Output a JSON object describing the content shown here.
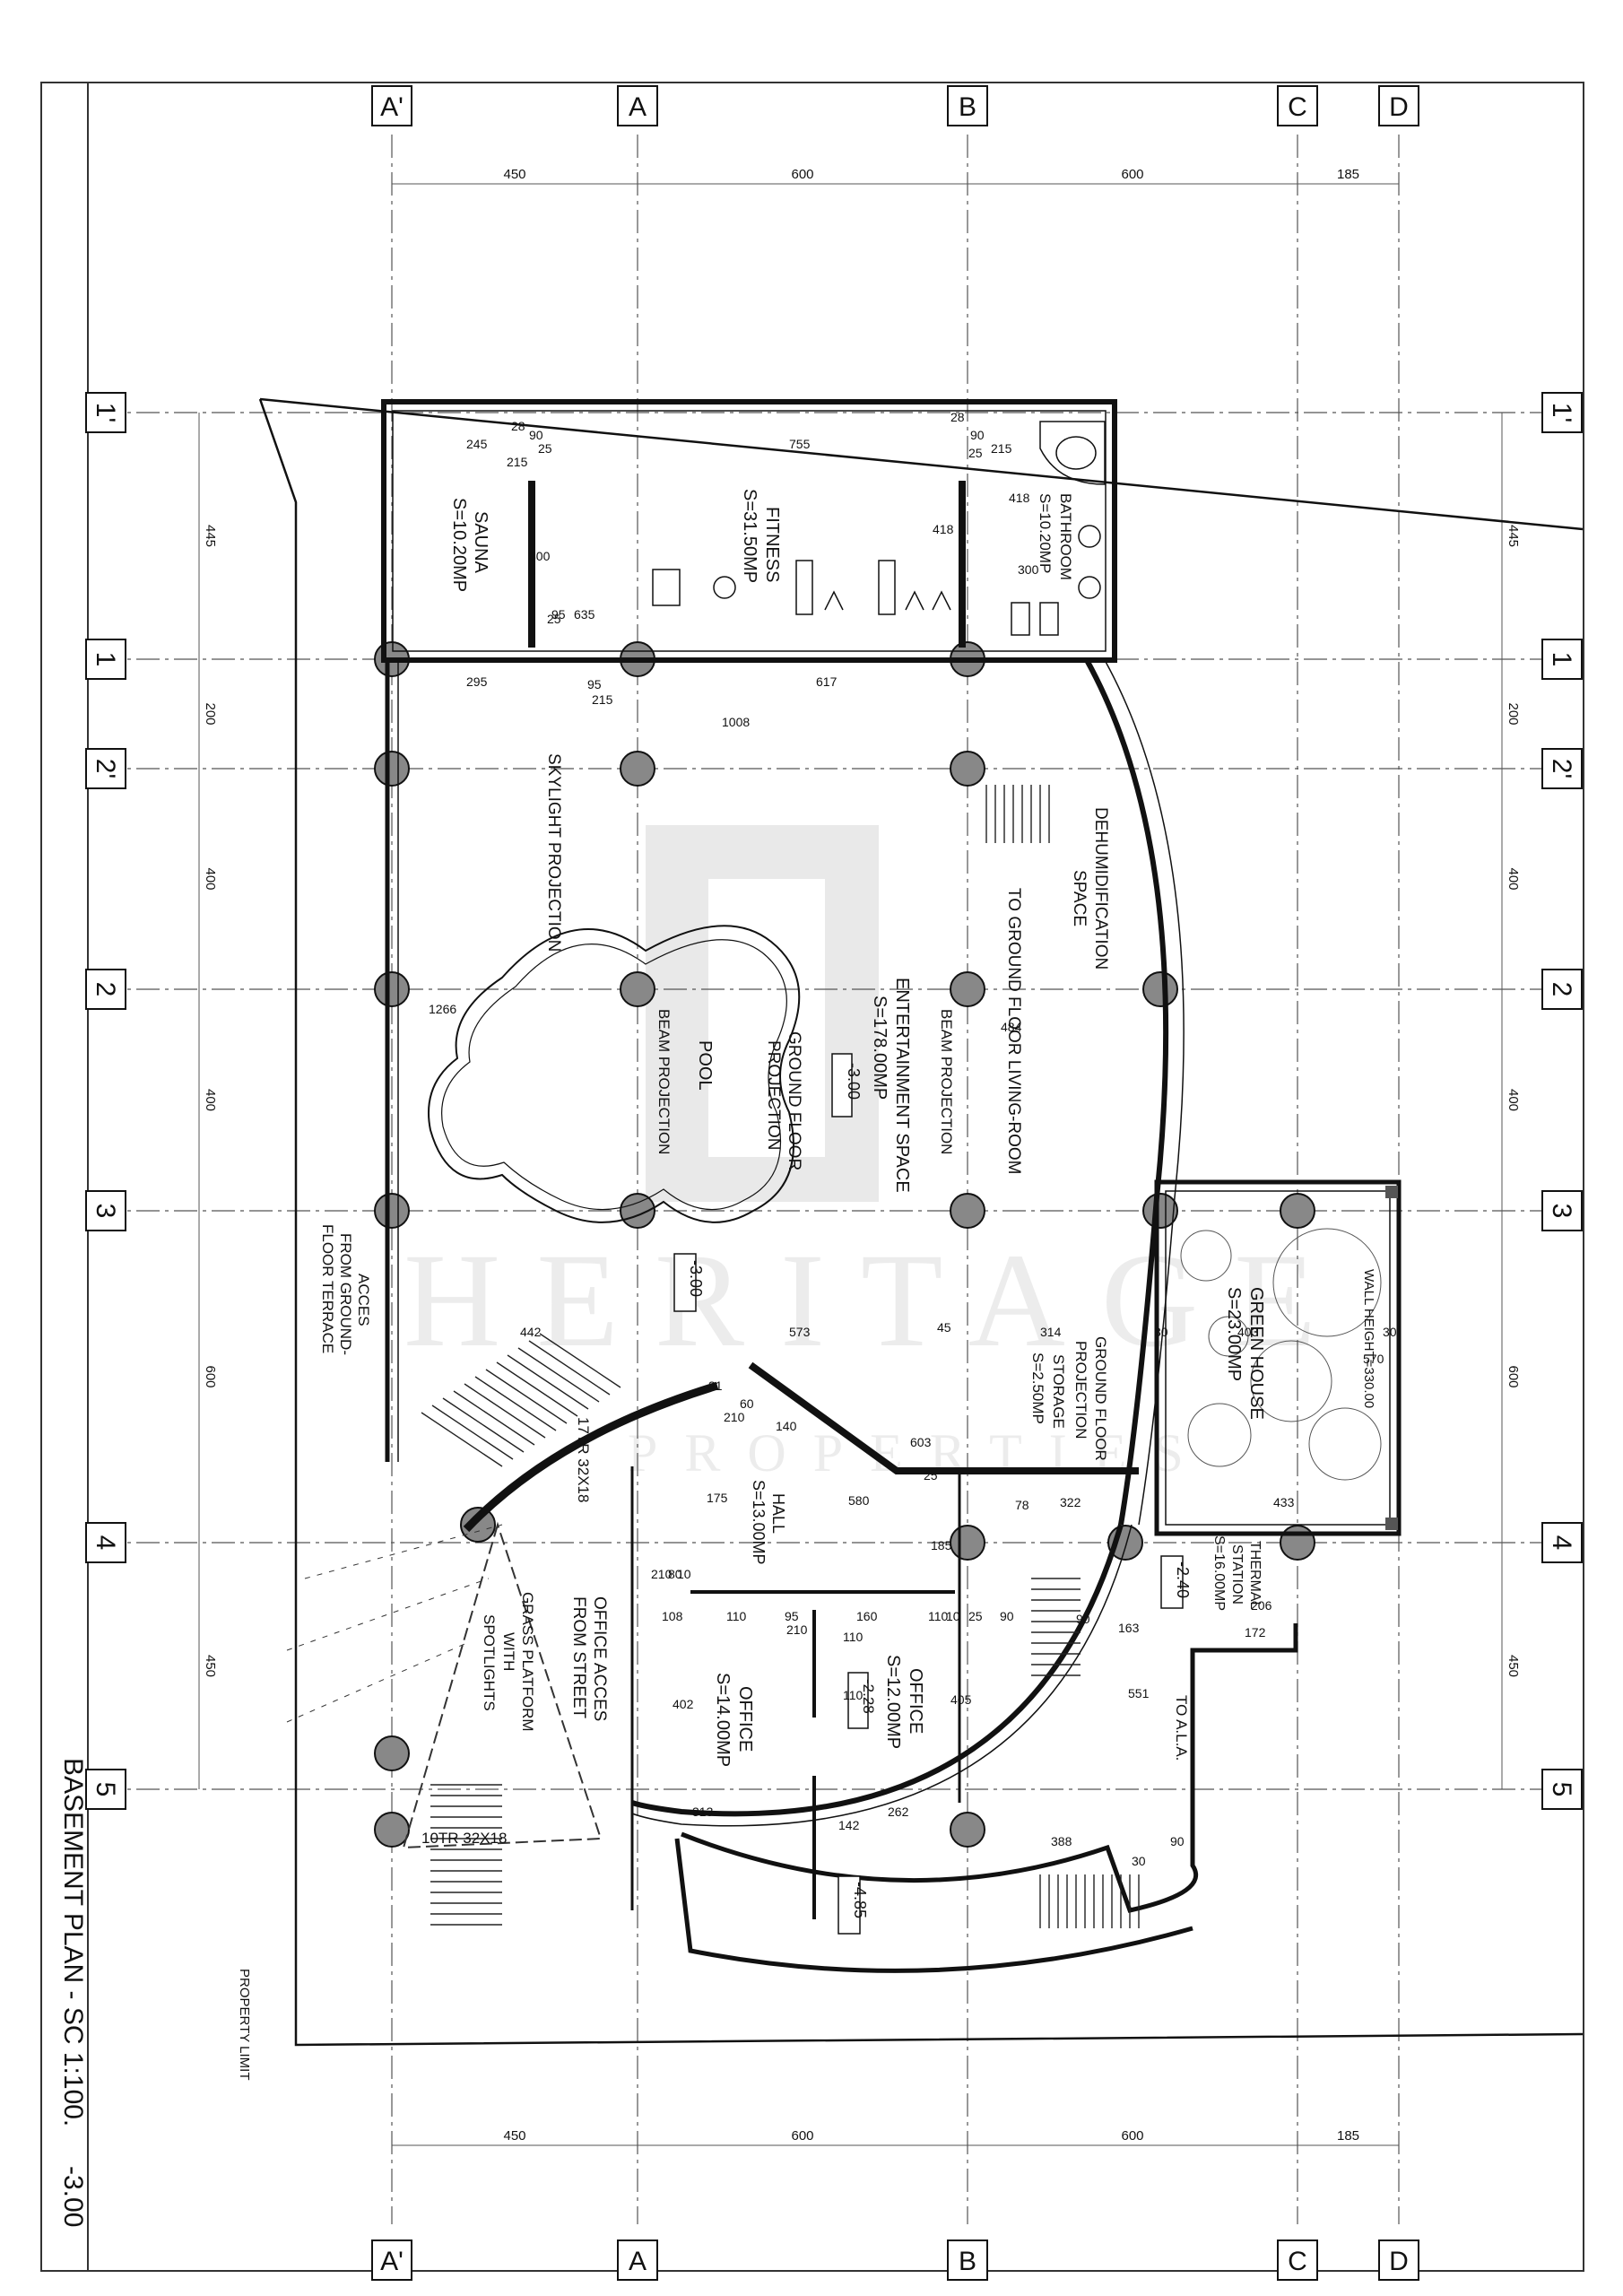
{
  "title": "BASEMENT PLAN - SC 1:100.",
  "level": "-3.00",
  "property_limit": "PROPERTY LIMIT",
  "watermark": {
    "big": "HERITAGE",
    "small": "PROPERTIES"
  },
  "grid": {
    "cols": [
      "A'",
      "A",
      "B",
      "C",
      "D"
    ],
    "rows": [
      "1'",
      "1",
      "2'",
      "2",
      "3",
      "4",
      "5"
    ],
    "col_dims": [
      "450",
      "600",
      "600",
      "185"
    ],
    "row_dims": [
      "445",
      "200",
      "400",
      "400",
      "600",
      "450"
    ]
  },
  "rooms": {
    "sauna": {
      "name": "SAUNA",
      "area": "S=10.20MP"
    },
    "fitness": {
      "name": "FITNESS",
      "area": "S=31.50MP"
    },
    "bathroom": {
      "name": "BATHROOM",
      "area": "S=10.20MP"
    },
    "entertainment": {
      "name": "ENTERTAINMENT SPACE",
      "area": "S=178.00MP",
      "level": "-3.00"
    },
    "pool": {
      "name": "POOL"
    },
    "green_house": {
      "name": "GREEN HOUSE",
      "area": "S=23.00MP",
      "wall": "WALL HEIGHT=330.00"
    },
    "storage": {
      "name": "STORAGE",
      "area": "S=2.50MP"
    },
    "hall": {
      "name": "HALL",
      "area": "S=13.00MP"
    },
    "thermal": {
      "name1": "THERMAL",
      "name2": "STATION",
      "area": "S=16.00MP"
    },
    "office1": {
      "name": "OFFICE",
      "area": "S=12.00MP",
      "level": "-2.28"
    },
    "office2": {
      "name": "OFFICE",
      "area": "S=14.00MP"
    }
  },
  "labels": {
    "skylight": "SKYLIGHT PROJECTION",
    "beam": "BEAM PROJECTION",
    "ground_floor_proj": [
      "GROUND FLOOR",
      "PROJECTION"
    ],
    "to_living": "TO GROUND FLOOR LIVING-ROOM",
    "dehum": [
      "DEHUMIDIFICATION",
      "SPACE"
    ],
    "acces_terrace": [
      "ACCES",
      "FROM GROUND-",
      "FLOOR TERRACE"
    ],
    "office_acces": [
      "OFFICE ACCES",
      "FROM STREET"
    ],
    "grass": [
      "GRASS PLATFORM",
      "WITH",
      "SPOTLIGHTS"
    ],
    "to_ala": "TO A.L.A.",
    "stairs1": "17TR 32X18",
    "stairs2": "10TR 32X18",
    "level_main": "-3.00",
    "level_240": "-2.40",
    "level_485": "-4.85"
  },
  "dims": [
    "245",
    "215",
    "25",
    "28",
    "90",
    "755",
    "418",
    "300",
    "95",
    "635",
    "25",
    "28",
    "90",
    "215",
    "25",
    "418",
    "300",
    "295",
    "617",
    "95",
    "215",
    "1008",
    "1266",
    "484",
    "442",
    "573",
    "45",
    "314",
    "30",
    "403",
    "30",
    "570",
    "433",
    "31",
    "210",
    "60",
    "140",
    "603",
    "25",
    "580",
    "78",
    "322",
    "175",
    "210",
    "80",
    "10",
    "185",
    "108",
    "110",
    "95",
    "210",
    "160",
    "110",
    "10",
    "25",
    "90",
    "90",
    "163",
    "172",
    "206",
    "551",
    "402",
    "405",
    "110",
    "110",
    "313",
    "262",
    "142",
    "388",
    "90",
    "30"
  ]
}
